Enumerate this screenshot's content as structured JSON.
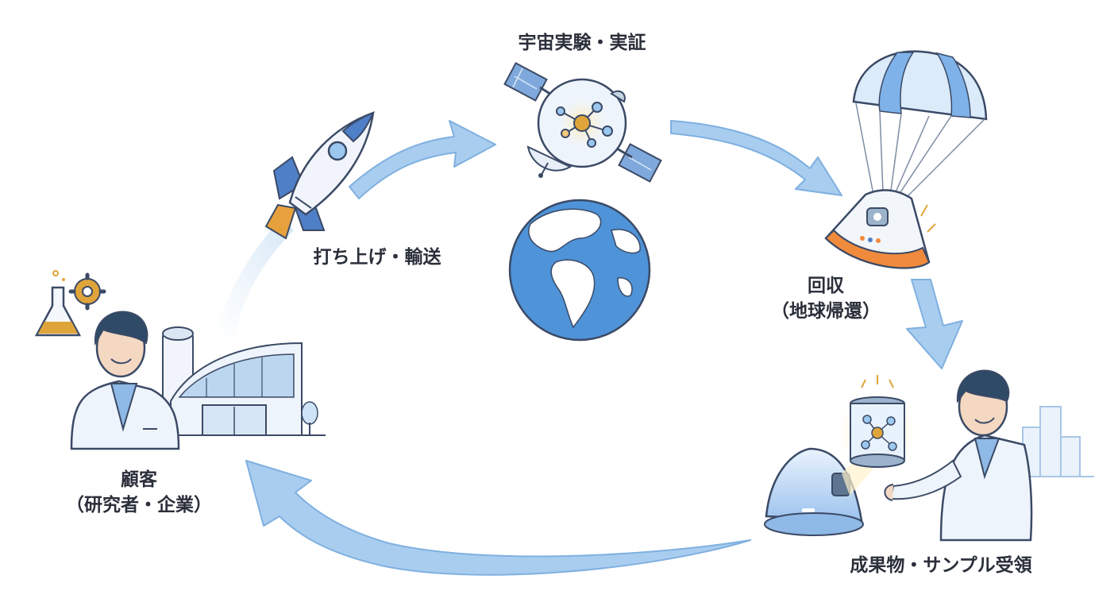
{
  "steps": {
    "experiment": {
      "label": "宇宙実験・実証"
    },
    "launch": {
      "label": "打ち上げ・輸送"
    },
    "recovery": {
      "label": "回収",
      "sub": "（地球帰還）"
    },
    "delivery": {
      "label": "成果物・サンプル受領"
    },
    "customer": {
      "label": "顧客",
      "sub": "（研究者・企業）"
    }
  },
  "colors": {
    "arrow": "#a9cdef",
    "arrow_edge": "#7fb0e0",
    "outline": "#3b4a66",
    "ocean": "#4f93d8",
    "land": "#ffffff",
    "parachute_blue": "#7fb2e8",
    "parachute_light": "#dcebfa",
    "capsule_orange": "#f08a3c",
    "gold": "#e0a53a",
    "coat": "#eef4fb",
    "shirt": "#8fb9e6",
    "hair": "#2f4a66"
  },
  "icons": [
    "rocket-icon",
    "satellite-icon",
    "earth-icon",
    "parachute-icon",
    "capsule-icon",
    "sample-container-icon",
    "scientist-icon",
    "flask-icon",
    "gear-icon",
    "building-icon",
    "tree-icon",
    "city-icon"
  ]
}
